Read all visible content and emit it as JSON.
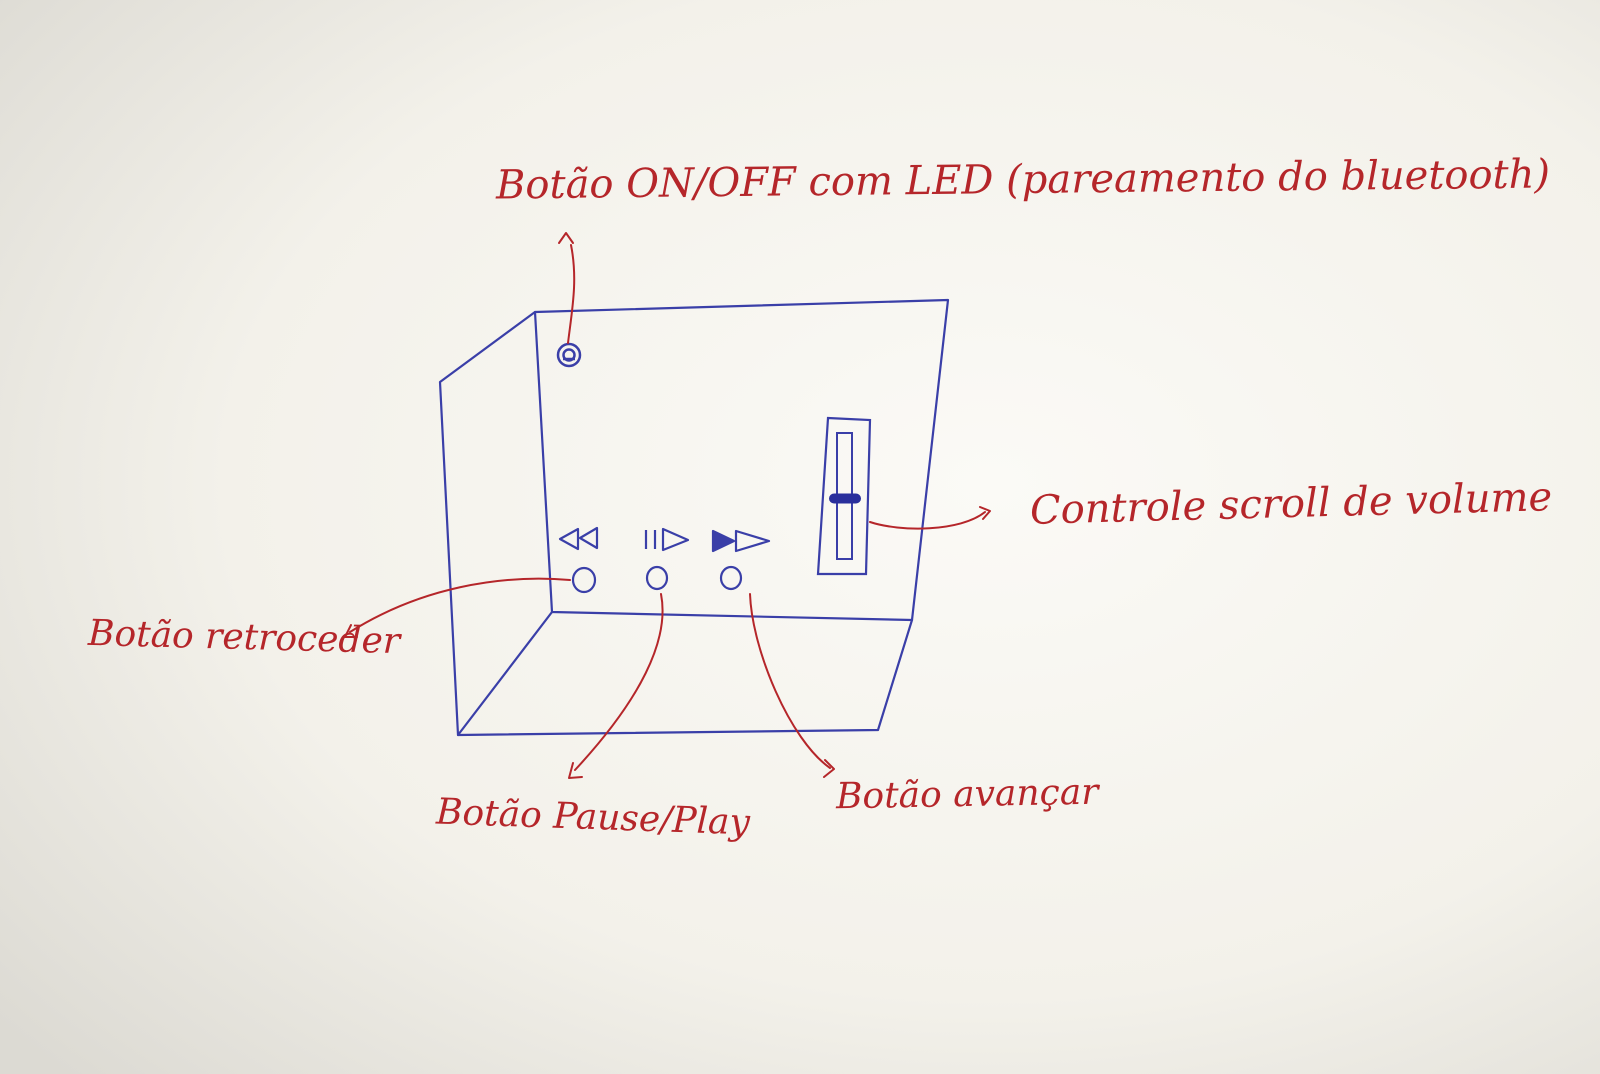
{
  "labels": {
    "power": "Botão ON/OFF com LED (pareamento do bluetooth)",
    "volume": "Controle scroll de volume",
    "rewind": "Botão retroceder",
    "pause_play": "Botão Pause/Play",
    "forward": "Botão avançar"
  },
  "colors": {
    "paper": "#f6f4ef",
    "ink_blue": "#3a3fa8",
    "ink_red": "#b5262a",
    "background": "#2b2b2b"
  },
  "icons": {
    "rewind": "rewind-icon",
    "pause_play": "pause-play-icon",
    "forward": "fast-forward-icon",
    "power": "power-led-icon"
  },
  "volume_level": 0.48
}
